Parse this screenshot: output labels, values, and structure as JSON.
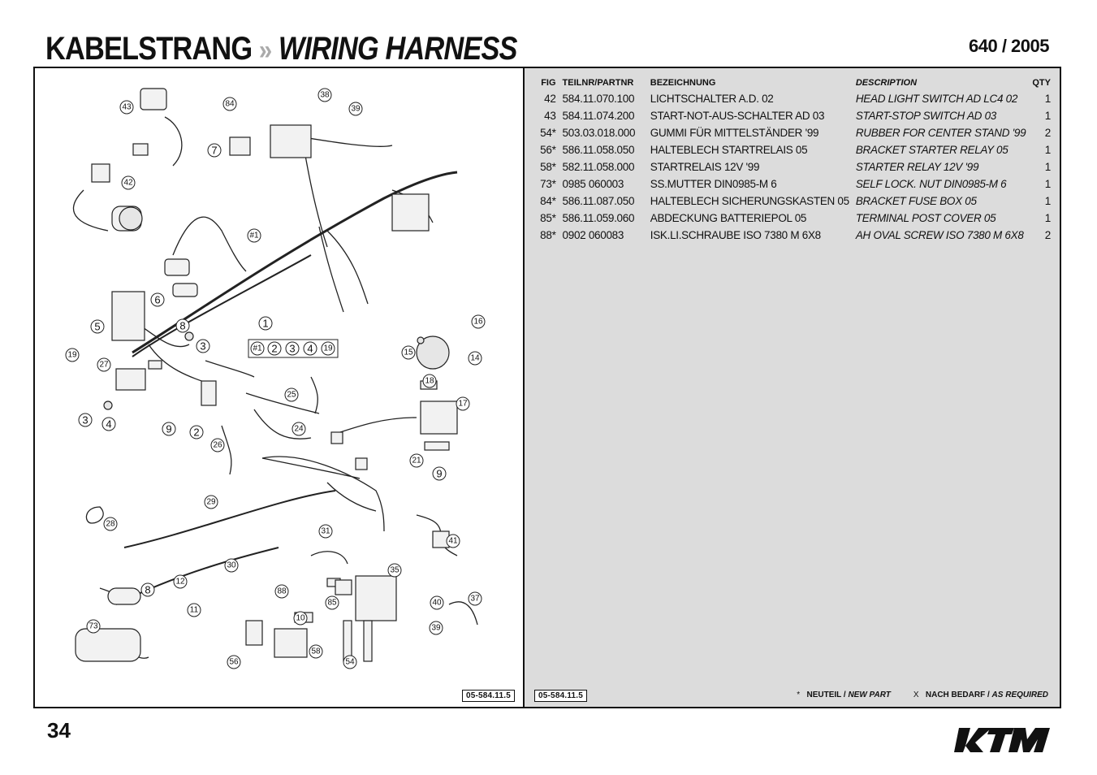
{
  "header": {
    "title_de": "KABELSTRANG",
    "separator": "»",
    "title_en": "WIRING HARNESS",
    "model": "640 / 2005"
  },
  "diagram": {
    "callouts": [
      "43",
      "84",
      "38",
      "39",
      "7",
      "42",
      "#1",
      "6",
      "5",
      "8",
      "3",
      "1",
      "#1",
      "2",
      "3",
      "4",
      "19",
      "16",
      "15",
      "14",
      "19",
      "27",
      "18",
      "17",
      "3",
      "4",
      "9",
      "2",
      "25",
      "24",
      "26",
      "21",
      "9",
      "29",
      "28",
      "31",
      "41",
      "30",
      "35",
      "8",
      "12",
      "88",
      "11",
      "85",
      "40",
      "37",
      "73",
      "10",
      "39",
      "58",
      "56",
      "54"
    ],
    "code": "05-584.11.5"
  },
  "table": {
    "headers": {
      "fig": "FIG",
      "part": "TEILNR/PARTNR",
      "de": "BEZEICHNUNG",
      "en": "DESCRIPTION",
      "qty": "QTY"
    },
    "rows": [
      {
        "fig": "42",
        "part": "584.11.070.100",
        "de": "LICHTSCHALTER A.D.          02",
        "en": "HEAD LIGHT SWITCH AD LC4    02",
        "qty": "1"
      },
      {
        "fig": "43",
        "part": "584.11.074.200",
        "de": "START-NOT-AUS-SCHALTER AD   03",
        "en": "START-STOP SWITCH  AD        03",
        "qty": "1"
      },
      {
        "fig": "54*",
        "part": "503.03.018.000",
        "de": "GUMMI FÜR MITTELSTÄNDER    '99",
        "en": "RUBBER FOR CENTER STAND    '99",
        "qty": "2"
      },
      {
        "fig": "56*",
        "part": "586.11.058.050",
        "de": "HALTEBLECH STARTRELAIS      05",
        "en": "BRACKET STARTER RELAY       05",
        "qty": "1"
      },
      {
        "fig": "58*",
        "part": "582.11.058.000",
        "de": "STARTRELAIS 12V            '99",
        "en": "STARTER RELAY 12V          '99",
        "qty": "1"
      },
      {
        "fig": "73*",
        "part": "0985 060003",
        "de": "SS.MUTTER DIN0985-M 6",
        "en": "SELF LOCK. NUT DIN0985-M 6",
        "qty": "1"
      },
      {
        "fig": "84*",
        "part": "586.11.087.050",
        "de": "HALTEBLECH SICHERUNGSKASTEN 05",
        "en": "BRACKET FUSE BOX            05",
        "qty": "1"
      },
      {
        "fig": "85*",
        "part": "586.11.059.060",
        "de": "ABDECKUNG BATTERIEPOL       05",
        "en": "TERMINAL POST COVER         05",
        "qty": "1"
      },
      {
        "fig": "88*",
        "part": "0902 060083",
        "de": "ISK.LI.SCHRAUBE ISO 7380 M 6X8",
        "en": "AH OVAL SCREW ISO 7380 M 6X8",
        "qty": "2"
      }
    ],
    "code": "05-584.11.5",
    "legend": {
      "star_symbol": "*",
      "star_de": "NEUTEIL /",
      "star_en": "NEW PART",
      "x_symbol": "X",
      "x_de": "NACH BEDARF /",
      "x_en": "AS REQUIRED"
    }
  },
  "footer": {
    "page_number": "34",
    "logo": "KTM"
  }
}
